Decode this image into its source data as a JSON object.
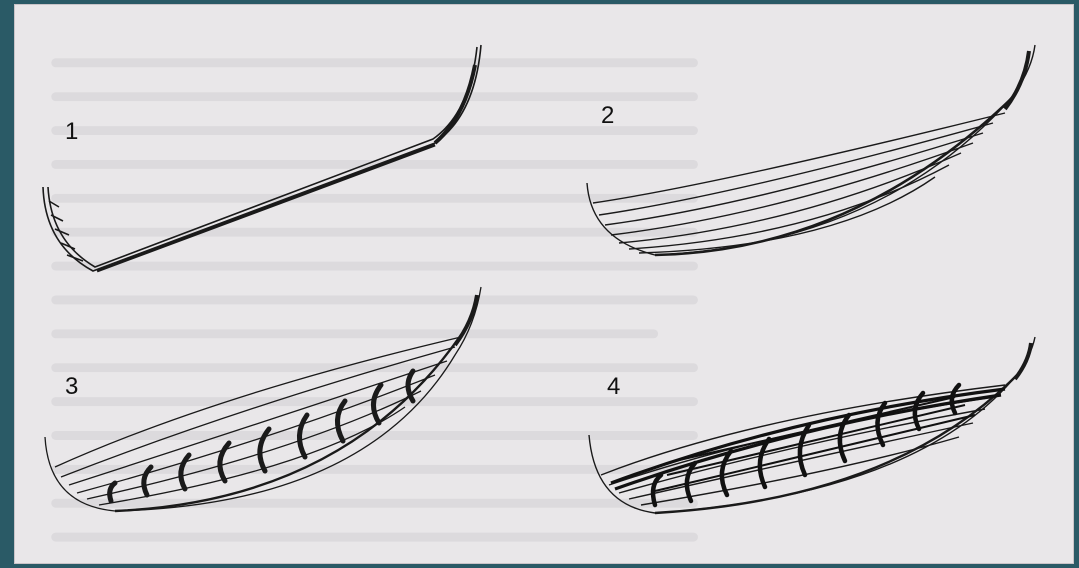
{
  "figure": {
    "panels": [
      {
        "label": "1",
        "stage": "keel-and-stems"
      },
      {
        "label": "2",
        "stage": "strakes-added"
      },
      {
        "label": "3",
        "stage": "frames-inserted"
      },
      {
        "label": "4",
        "stage": "completed-hull"
      }
    ],
    "colors": {
      "background": "#2a5a66",
      "paper": "#e9e7e9",
      "ink": "#1a1a1a"
    }
  }
}
